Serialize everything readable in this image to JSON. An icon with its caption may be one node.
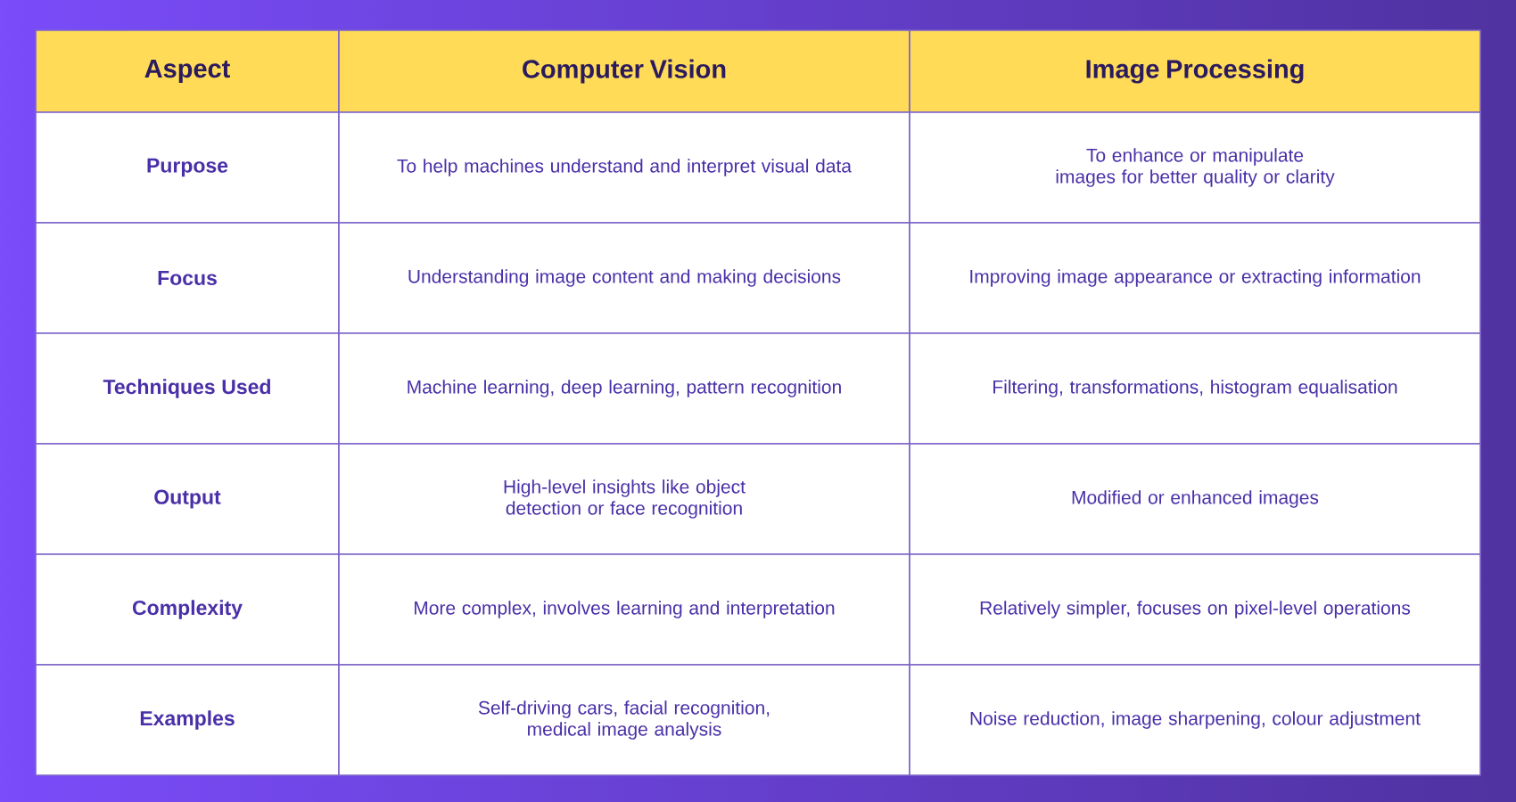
{
  "diagram": {
    "labels": [
      "Aspect",
      "Computer Vision",
      "Image Processing",
      "Purpose",
      "To help machines understand and interpret visual data",
      "To enhance or manipulate images for better quality or clarity",
      "Focus",
      "Understanding image content and making decisions",
      "Improving image appearance or extracting information",
      "Techniques Used",
      "Machine learning, deep learning, pattern recognition",
      "Filtering, transformations, histogram equalisation",
      "Output",
      "High-level insights like object detection or face recognition",
      "Modified or enhanced images",
      "Complexity",
      "More complex, involves learning and interpretation",
      "Relatively simpler, focuses on pixel-level operations",
      "Examples",
      "Self-driving cars, facial recognition, medical image analysis",
      "Noise reduction, image sharpening, colour adjustment"
    ]
  }
}
